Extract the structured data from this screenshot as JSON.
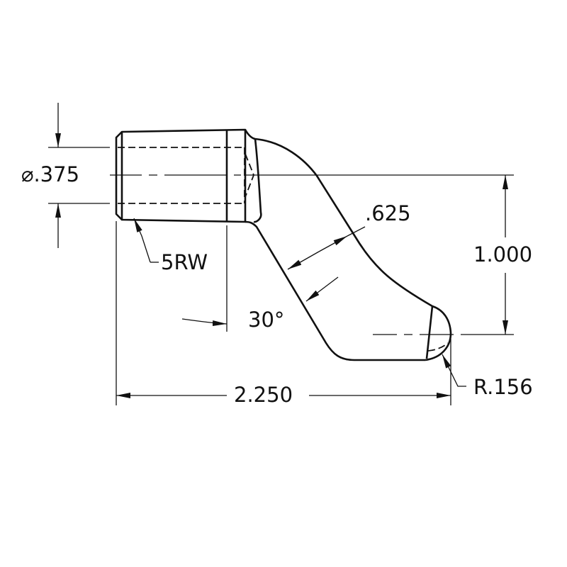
{
  "drawing": {
    "type": "engineering part drawing",
    "colors": {
      "line": "#111111",
      "background": "#ffffff"
    },
    "dimensions": {
      "diameter": {
        "symbol": "⌀",
        "value": ".375"
      },
      "thread_note": "5RW",
      "width": ".625",
      "height": "1.000",
      "angle": "30°",
      "length": "2.250",
      "radius": "R.156"
    }
  }
}
